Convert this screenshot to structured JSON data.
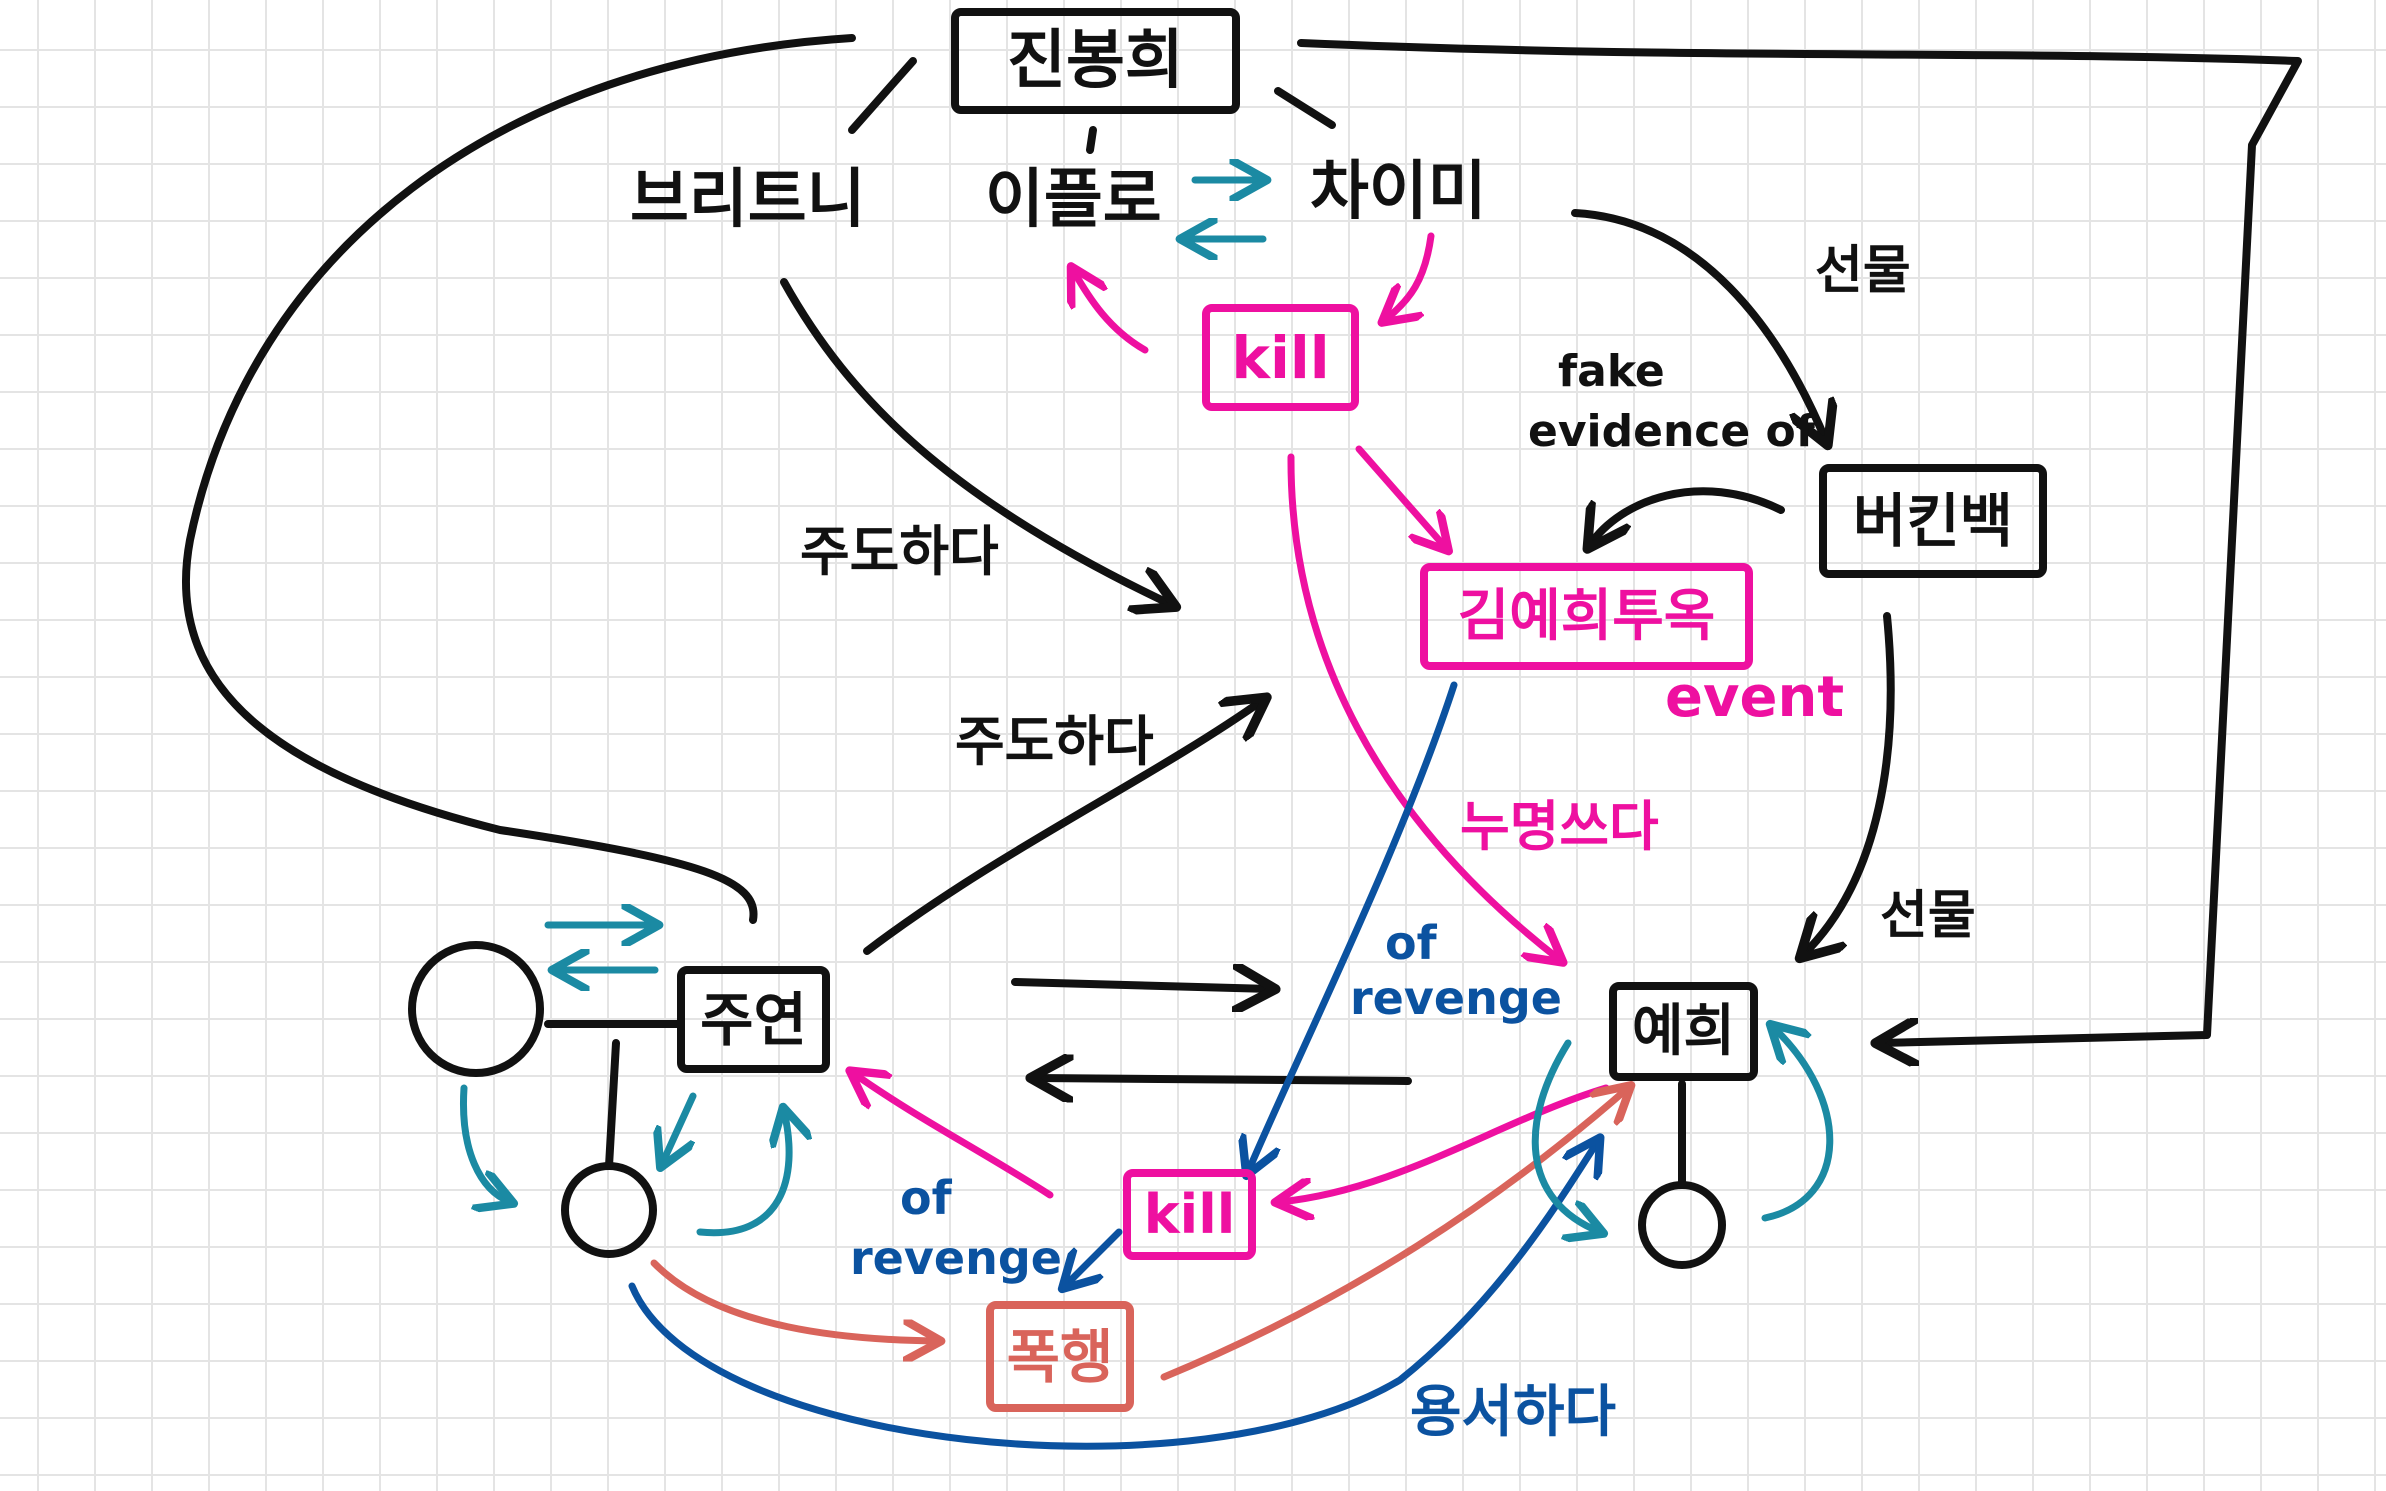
{
  "colors": {
    "black": "#111111",
    "pink": "#ee10a0",
    "blue": "#0b52a0",
    "teal": "#1b8aa3",
    "salmon": "#d9645b"
  },
  "nodes": {
    "top_box": "진봉희",
    "britney": "브리트니",
    "ipeullo": "이플로",
    "chaimi": "차이미",
    "kill_top": "kill",
    "birkin": "버킨백",
    "imprison": "김예희투옥",
    "main": "주연",
    "yehee": "예희",
    "kill_bottom": "kill",
    "assault": "폭행"
  },
  "labels": {
    "gift_top": "선물",
    "gift_bottom": "선물",
    "fake_line1": "fake",
    "fake_line2": "evidence of",
    "event": "event",
    "lead1": "주도하다",
    "lead2": "주도하다",
    "framed": "누명쓰다",
    "revenge_right_1": "of",
    "revenge_right_2": "revenge",
    "revenge_left_1": "of",
    "revenge_left_2": "revenge",
    "forgive": "용서하다"
  }
}
